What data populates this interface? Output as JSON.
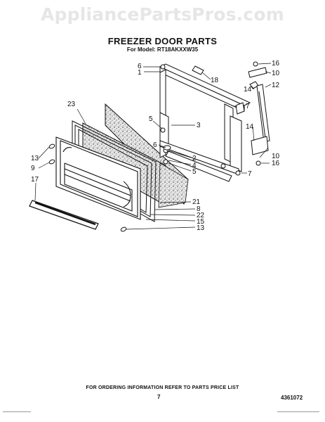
{
  "watermark": "AppliancePartsPros.com",
  "title": "FREEZER DOOR PARTS",
  "subtitle": "For Model: RT18AKXXW35",
  "callouts": {
    "c1": "1",
    "c2": "2",
    "c3": "3",
    "c4": "4",
    "c5a": "5",
    "c5b": "5",
    "c6": "6",
    "c7a": "7",
    "c7b": "7",
    "c8": "8",
    "c9": "9",
    "c10a": "10",
    "c10b": "10",
    "c12": "12",
    "c13a": "13",
    "c13b": "13",
    "c14a": "14",
    "c14b": "14",
    "c15": "15",
    "c16a": "16",
    "c16b": "16",
    "c17": "17",
    "c18": "18",
    "c21": "21",
    "c22": "22",
    "c23": "23"
  },
  "footer": "FOR ORDERING INFORMATION REFER TO PARTS PRICE LIST",
  "page_number": "7",
  "part_number": "4361072"
}
